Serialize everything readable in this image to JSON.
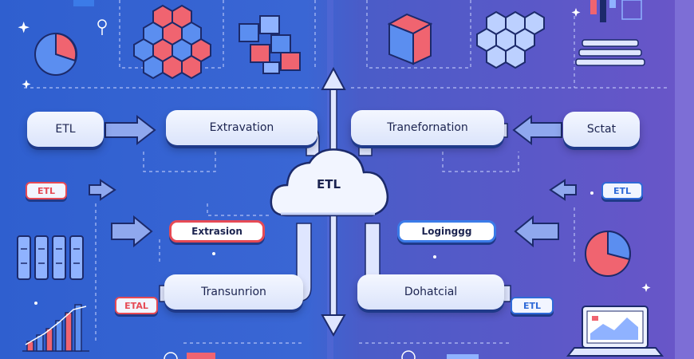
{
  "cloud": {
    "label": "ETL"
  },
  "left": {
    "source_label": "ETL",
    "top_label": "Extravation",
    "mini_label": "ETL",
    "tag_label": "Extrasion",
    "bottom_label": "Transunrion",
    "bottom_small_label": "ETAL"
  },
  "right": {
    "source_label": "Sctat",
    "top_label": "Tranefornation",
    "mini_label": "ETL",
    "tag_label": "Loginggg",
    "bottom_label": "Dohatcial",
    "bottom_small_label": "ETL"
  },
  "colors": {
    "left_bg": "#2f5fcf",
    "right_bg": "#6a55c8",
    "accent_red": "#e64a55",
    "accent_blue": "#3b7be8",
    "pill_fill": "#eef2ff"
  }
}
